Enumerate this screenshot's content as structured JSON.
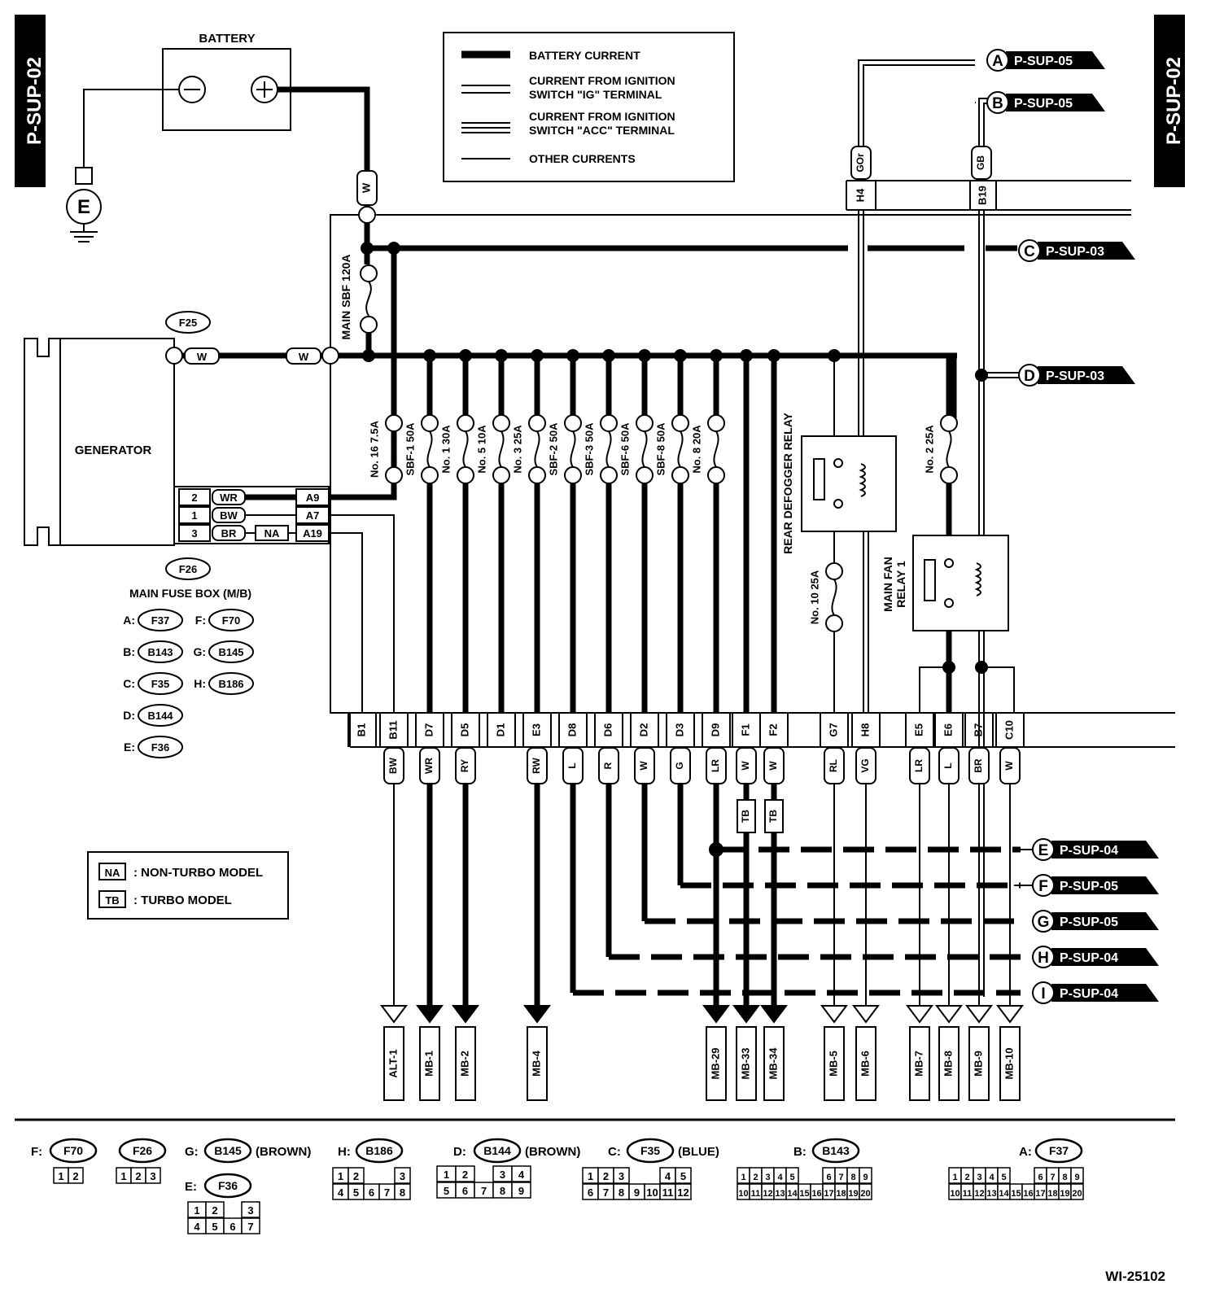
{
  "page_code": "P-SUP-02",
  "drawing_id": "WI-25102",
  "battery": {
    "label": "BATTERY",
    "neg": "⊖",
    "pos": "⊕",
    "ground": "E",
    "wire": "W"
  },
  "legend": {
    "items": [
      {
        "kind": "thick",
        "text1": "BATTERY CURRENT",
        "text2": ""
      },
      {
        "kind": "double",
        "text1": "CURRENT FROM IGNITION",
        "text2": "SWITCH  \"IG\" TERMINAL"
      },
      {
        "kind": "triple",
        "text1": "CURRENT FROM IGNITION",
        "text2": "SWITCH  \"ACC\" TERMINAL"
      },
      {
        "kind": "thin",
        "text1": "OTHER CURRENTS",
        "text2": ""
      }
    ]
  },
  "generator": {
    "label": "GENERATOR",
    "connector_top": "F25",
    "connector_bottom": "F26",
    "wire_w": "W",
    "pins": [
      {
        "pin": "2",
        "wire": "WR",
        "na": "",
        "mb": "A9"
      },
      {
        "pin": "1",
        "wire": "BW",
        "na": "",
        "mb": "A7"
      },
      {
        "pin": "3",
        "wire": "BR",
        "na": "NA",
        "mb": "A19"
      }
    ]
  },
  "main_fuse_box": {
    "title": "MAIN FUSE BOX (M/B)",
    "connectors": [
      {
        "letter": "A:",
        "id": "F37"
      },
      {
        "letter": "F:",
        "id": "F70"
      },
      {
        "letter": "B:",
        "id": "B143"
      },
      {
        "letter": "G:",
        "id": "B145"
      },
      {
        "letter": "C:",
        "id": "F35"
      },
      {
        "letter": "H:",
        "id": "B186"
      },
      {
        "letter": "D:",
        "id": "B144"
      },
      {
        "letter": "E:",
        "id": "F36"
      }
    ],
    "main_fuse": "MAIN SBF 120A"
  },
  "fuses": [
    "No. 16 7.5A",
    "SBF-1 50A",
    "No. 1 30A",
    "No. 5 10A",
    "No. 3 25A",
    "SBF-2 50A",
    "SBF-3 50A",
    "SBF-6 50A",
    "SBF-8 50A",
    "No. 8 20A"
  ],
  "fuse_right": [
    "No. 2 25A",
    "No. 10 25A"
  ],
  "relays": {
    "rear_defogger": "REAR DEFOGGER RELAY",
    "main_fan_1": "MAIN FAN",
    "main_fan_2": "RELAY 1"
  },
  "top_wires": {
    "h4": "H4",
    "b19": "B19",
    "gor": "GOr",
    "gb": "GB"
  },
  "terminals": [
    "B1",
    "B11",
    "D7",
    "D5",
    "D1",
    "E3",
    "D8",
    "D6",
    "D2",
    "D3",
    "D9",
    "F1",
    "F2",
    "G7",
    "H8",
    "E5",
    "E6",
    "B7",
    "C10"
  ],
  "wire_colors": [
    "BW",
    "WR",
    "RY",
    "RW",
    "L",
    "R",
    "W",
    "G",
    "LR",
    "W",
    "W",
    "RL",
    "VG",
    "LR",
    "L",
    "BR",
    "W"
  ],
  "tb_tags": [
    "TB",
    "TB"
  ],
  "outputs": [
    "ALT-1",
    "MB-1",
    "MB-2",
    "MB-4",
    "MB-29",
    "MB-33",
    "MB-34",
    "MB-5",
    "MB-6",
    "MB-7",
    "MB-8",
    "MB-9",
    "MB-10"
  ],
  "refs": [
    {
      "letter": "A",
      "page": "P-SUP-05"
    },
    {
      "letter": "B",
      "page": "P-SUP-05"
    },
    {
      "letter": "C",
      "page": "P-SUP-03"
    },
    {
      "letter": "D",
      "page": "P-SUP-03"
    },
    {
      "letter": "E",
      "page": "P-SUP-04"
    },
    {
      "letter": "F",
      "page": "P-SUP-05"
    },
    {
      "letter": "G",
      "page": "P-SUP-05"
    },
    {
      "letter": "H",
      "page": "P-SUP-04"
    },
    {
      "letter": "I",
      "page": "P-SUP-04"
    }
  ],
  "model_legend": {
    "na_tag": "NA",
    "na_text": ": NON-TURBO MODEL",
    "tb_tag": "TB",
    "tb_text": ": TURBO MODEL"
  },
  "connector_views": [
    {
      "letter": "F:",
      "id": "F70",
      "color": "",
      "rows": [
        [
          "1",
          "2"
        ]
      ]
    },
    {
      "letter": "",
      "id": "F26",
      "color": "",
      "rows": [
        [
          "1",
          "2",
          "3"
        ]
      ]
    },
    {
      "letter": "G:",
      "id": "B145",
      "color": "(BROWN)",
      "rows": []
    },
    {
      "letter": "E:",
      "id": "F36",
      "color": "",
      "rows": [
        [
          "1",
          "2",
          "3"
        ],
        [
          "4",
          "5",
          "6",
          "7"
        ]
      ]
    },
    {
      "letter": "H:",
      "id": "B186",
      "color": "",
      "rows": [
        [
          "1",
          "2",
          "3"
        ],
        [
          "4",
          "5",
          "6",
          "7",
          "8"
        ]
      ]
    },
    {
      "letter": "D:",
      "id": "B144",
      "color": "(BROWN)",
      "rows": [
        [
          "1",
          "2",
          "3",
          "4"
        ],
        [
          "5",
          "6",
          "7",
          "8",
          "9"
        ]
      ]
    },
    {
      "letter": "C:",
      "id": "F35",
      "color": "(BLUE)",
      "rows": [
        [
          "1",
          "2",
          "3",
          "4",
          "5"
        ],
        [
          "6",
          "7",
          "8",
          "9",
          "10",
          "11",
          "12"
        ]
      ]
    },
    {
      "letter": "B:",
      "id": "B143",
      "color": "",
      "rows": [
        [
          "1",
          "2",
          "3",
          "4",
          "5",
          "6",
          "7",
          "8",
          "9"
        ],
        [
          "10",
          "11",
          "12",
          "13",
          "14",
          "15",
          "16",
          "17",
          "18",
          "19",
          "20"
        ]
      ]
    },
    {
      "letter": "A:",
      "id": "F37",
      "color": "",
      "rows": [
        [
          "1",
          "2",
          "3",
          "4",
          "5",
          "6",
          "7",
          "8",
          "9"
        ],
        [
          "10",
          "11",
          "12",
          "13",
          "14",
          "15",
          "16",
          "17",
          "18",
          "19",
          "20"
        ]
      ]
    }
  ]
}
